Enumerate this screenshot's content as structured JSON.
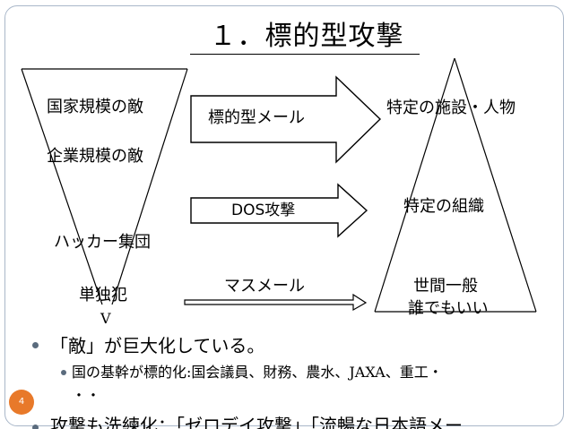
{
  "title": "１．標的型攻撃",
  "attackers": {
    "nation": "国家規模の敵",
    "enterprise": "企業規模の敵",
    "hacker_group": "ハッカー集団",
    "individual": "単独犯",
    "tip_mark": "V"
  },
  "attacks": {
    "targeted_mail": "標的型メール",
    "dos": "DOS攻撃",
    "mass_mail": "マスメール"
  },
  "targets": {
    "specific": "特定の施設・人物",
    "organization": "特定の組織",
    "general_line1": "世間一般",
    "general_line2": "誰でもいい"
  },
  "bullets": {
    "enemy": "「敵」が巨大化している。",
    "sub_line1": "国の基幹が標的化:国会議員、財務、農水、JAXA、重工・",
    "sub_line2": "・・",
    "refine": "攻撃も洗練化：「ゼロデイ攻撃」「流暢な日本語メー"
  },
  "page_number": "4",
  "colors": {
    "frame": "#a9b7c9",
    "bullet": "#5a6b7d",
    "page_badge": "#e8792a"
  }
}
